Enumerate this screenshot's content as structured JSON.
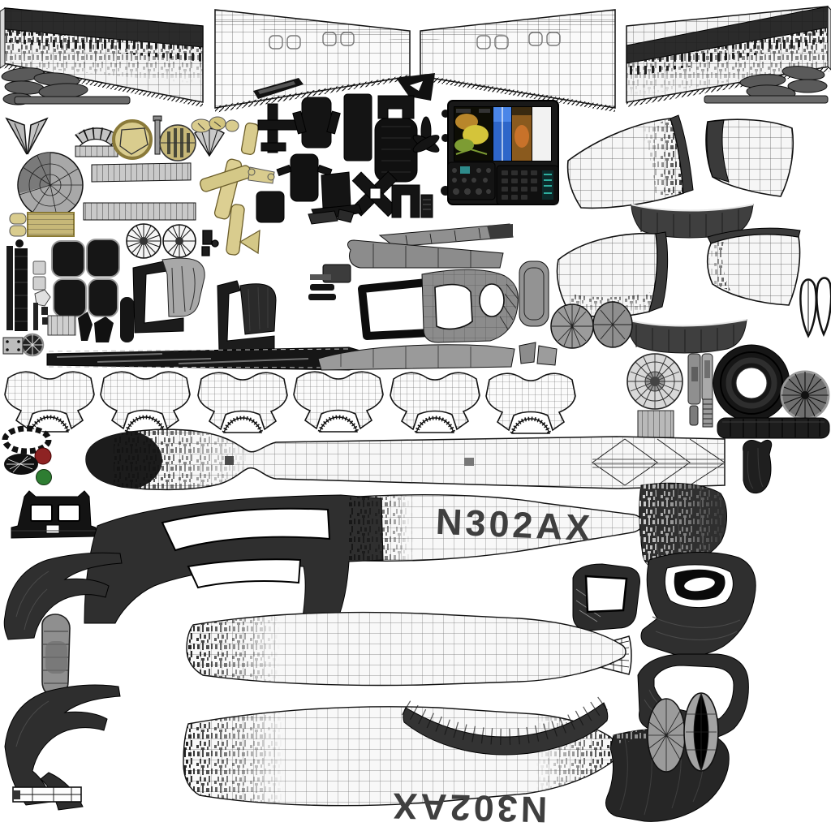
{
  "meta": {
    "description": "UV texture atlas sheet of a small aircraft 3D model, wireframe parts on white"
  },
  "registration": {
    "text": "N302AX",
    "mirrored_text": "N302AX"
  },
  "palette": {
    "background": "#ffffff",
    "wire": "#1a1a1a",
    "light_panel": "#f6f6f6",
    "mid_gray": "#8f8f8f",
    "charcoal": "#2e2e2e",
    "black_part": "#141414",
    "tan": "#d9cc8e",
    "tan_dark": "#c7b878",
    "nav_red": "#8e2323",
    "nav_green": "#2e7d32",
    "radar_green": "#7d9c33",
    "radar_yellow": "#d4c43a",
    "radar_orange": "#b8862b",
    "sky_blue": "#2e66c9",
    "screen_white": "#f2f2f2"
  }
}
